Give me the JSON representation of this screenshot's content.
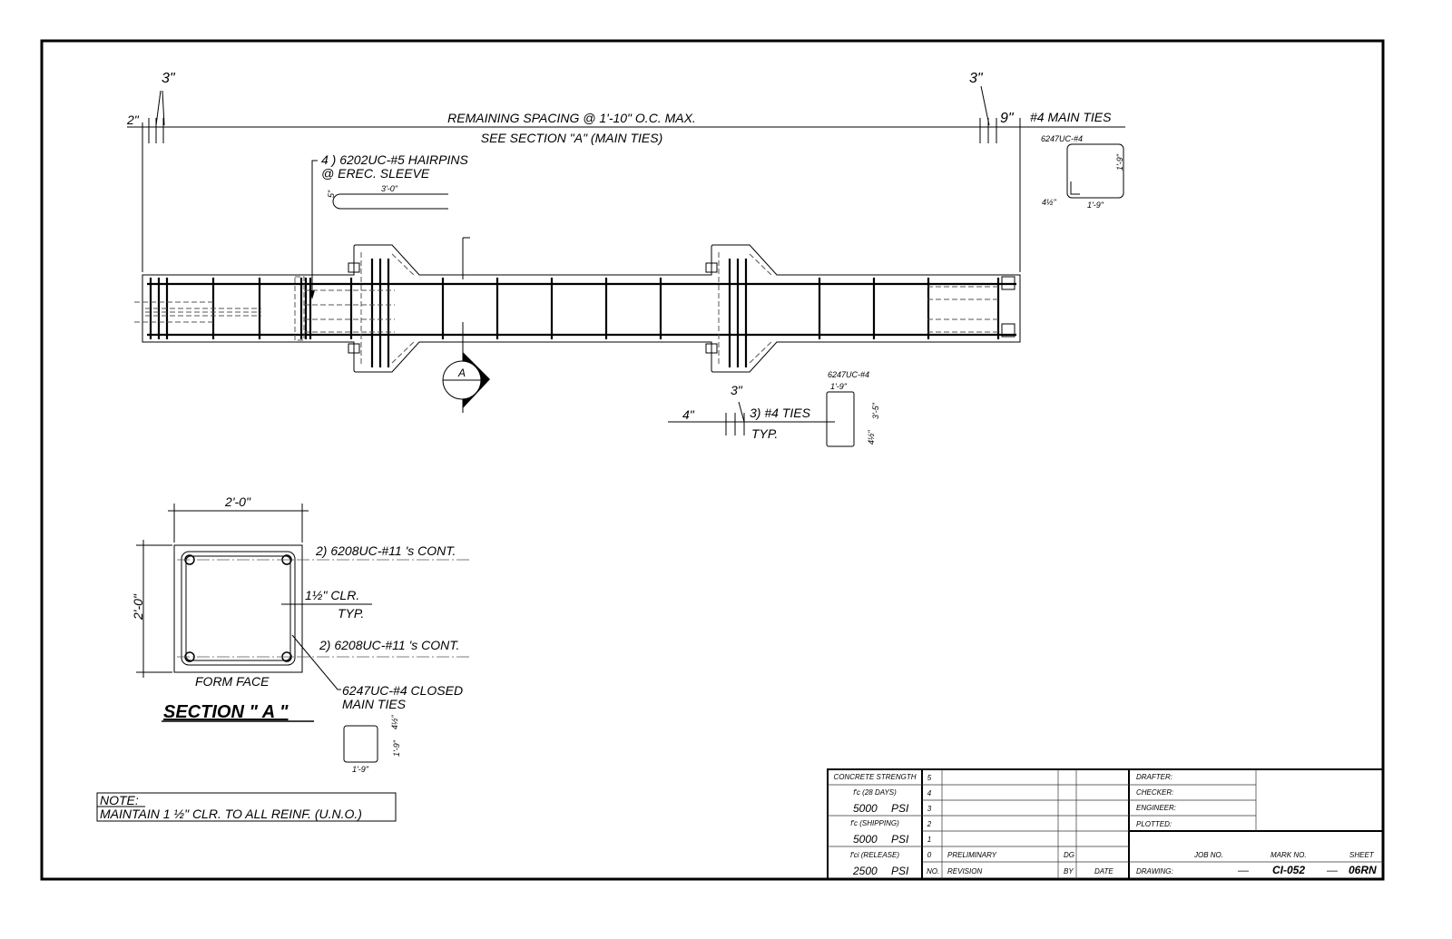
{
  "elevation": {
    "dim_left_2": "2\"",
    "dim_left_3": "3\"",
    "dim_right_3": "3\"",
    "dim_right_9": "9\"",
    "spacing_note": "REMAINING SPACING @ 1'-10\" O.C. MAX.",
    "see_section_note": "SEE SECTION \"A\" (MAIN TIES)",
    "main_ties_label": "#4 MAIN TIES",
    "main_tie_mark": "6247UC-#4",
    "main_tie_dim_height": "1'-9\"",
    "main_tie_dim_width": "1'-9\"",
    "main_tie_dim_hook": "4½\"",
    "hairpin_label_1": "4 ) 6202UC-#5 HAIRPINS",
    "hairpin_label_2": "@ EREC. SLEEVE",
    "hairpin_length": "3'-0\"",
    "hairpin_width": "5\"",
    "section_marker": "A",
    "ties_dim_4": "4\"",
    "ties_dim_3": "3\"",
    "ties_label": "3) #4 TIES",
    "ties_typ": "TYP.",
    "tie_mark": "6247UC-#4",
    "tie_dim_width": "1'-9\"",
    "tie_dim_height": "3'-5\"",
    "tie_dim_hook": "4½\""
  },
  "section_a": {
    "title": "SECTION  \" A \"",
    "width_dim": "2'-0\"",
    "height_dim": "2'-0\"",
    "top_bars": "2) 6208UC-#11 's CONT.",
    "bottom_bars": "2) 6208UC-#11 's CONT.",
    "clear_cover": "1½\"  CLR.",
    "clear_typ": "TYP.",
    "form_face": "FORM FACE",
    "ties_label_1": "6247UC-#4 CLOSED",
    "ties_label_2": "MAIN TIES",
    "tie_dim_hook": "4½\"",
    "tie_dim_side": "1'-9\"",
    "tie_dim_bottom": "1'-9\""
  },
  "note": {
    "heading": "NOTE:",
    "text": "MAINTAIN 1 ½\" CLR. TO ALL REINF. (U.N.O.)"
  },
  "title_block": {
    "concrete_strength": "CONCRETE STRENGTH",
    "fc28_label": "f'c (28 DAYS)",
    "fc28_value": "5000",
    "fc_shipping_label": "f'c (SHIPPING)",
    "fc_shipping_value": "5000",
    "fci_label": "f'ci (RELEASE)",
    "fci_value": "2500",
    "unit": "PSI",
    "revisions": [
      {
        "no": "5",
        "desc": "",
        "by": "",
        "date": ""
      },
      {
        "no": "4",
        "desc": "",
        "by": "",
        "date": ""
      },
      {
        "no": "3",
        "desc": "",
        "by": "",
        "date": ""
      },
      {
        "no": "2",
        "desc": "",
        "by": "",
        "date": ""
      },
      {
        "no": "1",
        "desc": "",
        "by": "",
        "date": ""
      },
      {
        "no": "0",
        "desc": "PRELIMINARY",
        "by": "DG",
        "date": ""
      }
    ],
    "rev_headers": {
      "no": "NO.",
      "desc": "REVISION",
      "by": "BY",
      "date": "DATE"
    },
    "drafter": "DRAFTER:",
    "checker": "CHECKER:",
    "engineer": "ENGINEER:",
    "plotted": "PLOTTED:",
    "job_no_label": "JOB NO.",
    "mark_no_label": "MARK NO.",
    "sheet_label": "SHEET",
    "drawing_label": "DRAWING:",
    "job_no": "—",
    "mark_no": "CI-052",
    "sep": "—",
    "sheet": "06RN"
  }
}
